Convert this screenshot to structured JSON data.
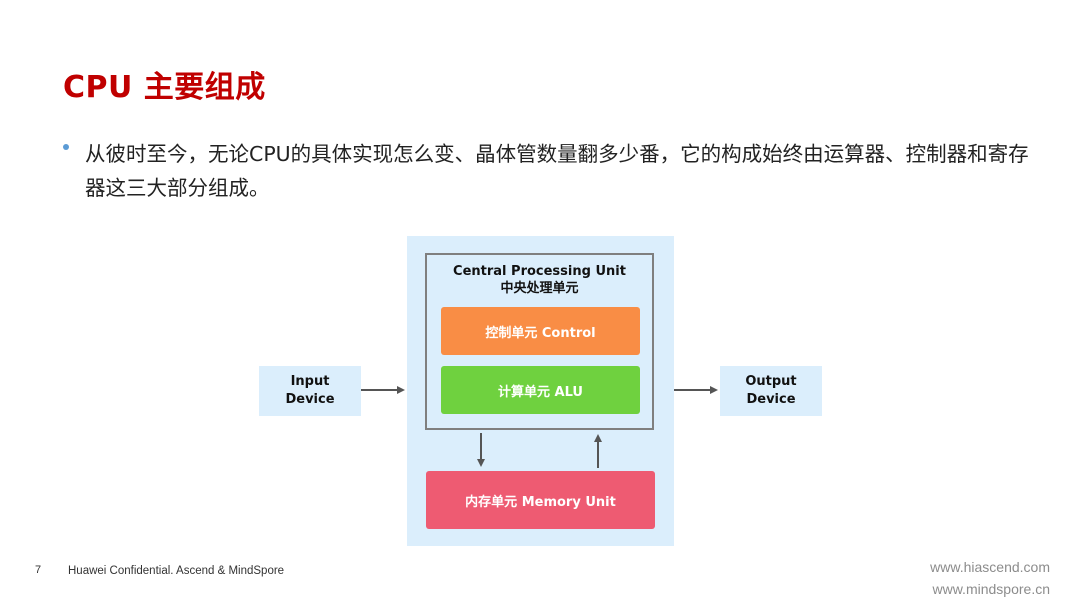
{
  "title": "CPU 主要组成",
  "bullet": "从彼时至今，无论CPU的具体实现怎么变、晶体管数量翻多少番，它的构成始终由运算器、控制器和寄存器这三大部分组成。",
  "diagram": {
    "cpu_label_en": "Central Processing Unit",
    "cpu_label_zh": "中央处理单元",
    "control": "控制单元 Control",
    "alu": "计算单元 ALU",
    "memory": "内存单元 Memory Unit",
    "input_line1": "Input",
    "input_line2": "Device",
    "output_line1": "Output",
    "output_line2": "Device"
  },
  "footer": {
    "page_number": "7",
    "confidential": "Huawei Confidential. Ascend & MindSpore",
    "link1": "www.hiascend.com",
    "link2": "www.mindspore.cn"
  },
  "colors": {
    "title": "#c00000",
    "panel": "#dbeefc",
    "control": "#f98d45",
    "alu": "#6fd13f",
    "memory": "#ee5b72"
  }
}
